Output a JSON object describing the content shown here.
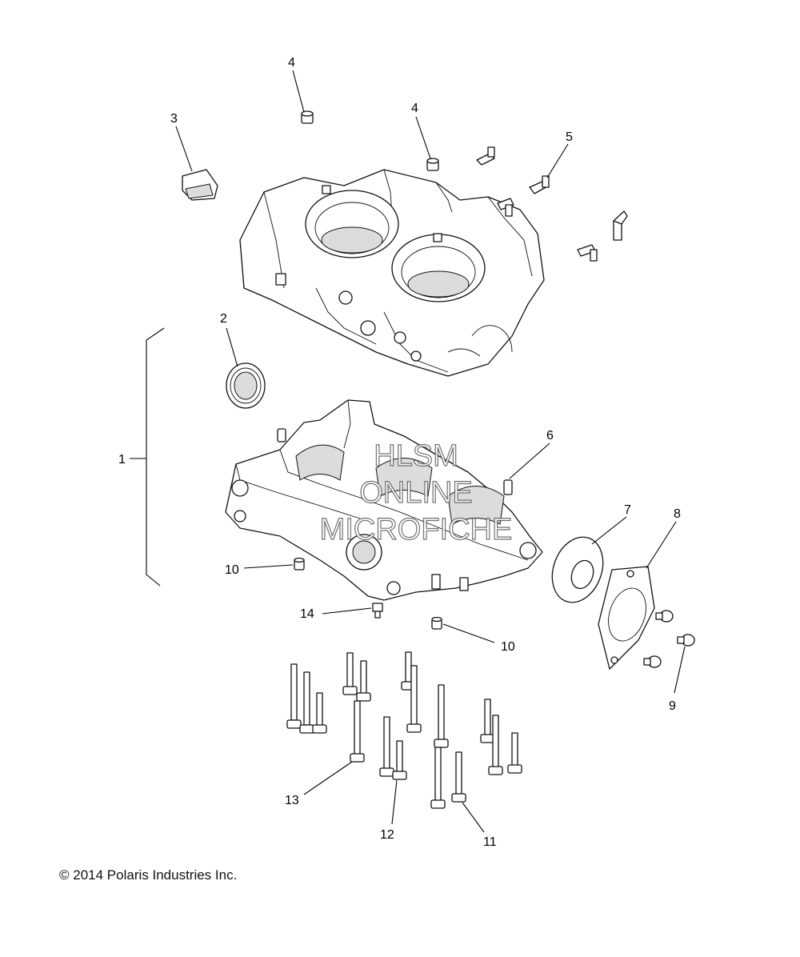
{
  "callouts": {
    "c1": "1",
    "c2": "2",
    "c3": "3",
    "c4a": "4",
    "c4b": "4",
    "c5": "5",
    "c6": "6",
    "c7": "7",
    "c8": "8",
    "c9": "9",
    "c10a": "10",
    "c10b": "10",
    "c11": "11",
    "c12": "12",
    "c13": "13",
    "c14": "14"
  },
  "watermark": {
    "line1": "HLSM",
    "line2": "ONLINE",
    "line3": "MICROFICHE"
  },
  "copyright": "© 2014 Polaris Industries Inc."
}
